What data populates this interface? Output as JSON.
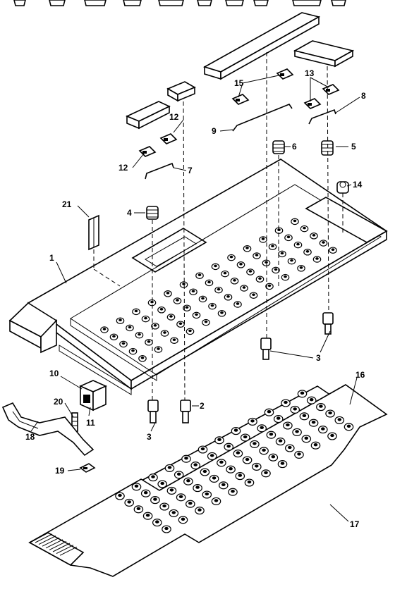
{
  "diagram": {
    "callouts": [
      {
        "id": "1",
        "text": "1"
      },
      {
        "id": "2",
        "text": "2"
      },
      {
        "id": "3a",
        "text": "3"
      },
      {
        "id": "3b",
        "text": "3"
      },
      {
        "id": "4",
        "text": "4"
      },
      {
        "id": "5",
        "text": "5"
      },
      {
        "id": "6",
        "text": "6"
      },
      {
        "id": "7",
        "text": "7"
      },
      {
        "id": "8",
        "text": "8"
      },
      {
        "id": "9",
        "text": "9"
      },
      {
        "id": "10",
        "text": "10"
      },
      {
        "id": "11",
        "text": "11"
      },
      {
        "id": "12a",
        "text": "12"
      },
      {
        "id": "12b",
        "text": "12"
      },
      {
        "id": "13",
        "text": "13"
      },
      {
        "id": "14",
        "text": "14"
      },
      {
        "id": "15",
        "text": "15"
      },
      {
        "id": "16",
        "text": "16"
      },
      {
        "id": "17",
        "text": "17"
      },
      {
        "id": "18",
        "text": "18"
      },
      {
        "id": "19",
        "text": "19"
      },
      {
        "id": "20",
        "text": "20"
      },
      {
        "id": "21",
        "text": "21"
      }
    ]
  }
}
